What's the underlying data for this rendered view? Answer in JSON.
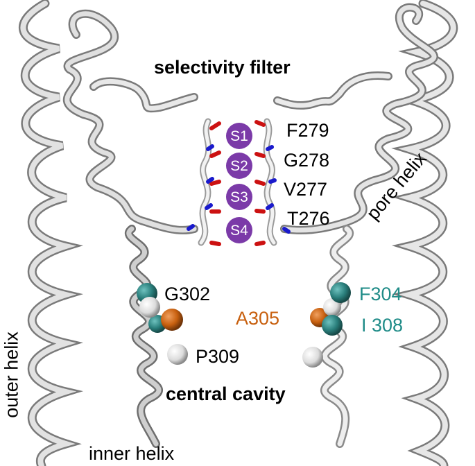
{
  "figure": {
    "title": "selectivity filter",
    "cavity_label": "central cavity",
    "helix_labels": {
      "outer": "outer helix",
      "inner": "inner helix",
      "pore": "pore helix"
    },
    "binding_sites": [
      {
        "label": "S1"
      },
      {
        "label": "S2"
      },
      {
        "label": "S3"
      },
      {
        "label": "S4"
      }
    ],
    "filter_residues": [
      {
        "label": "F279"
      },
      {
        "label": "G278"
      },
      {
        "label": "V277"
      },
      {
        "label": "T276"
      }
    ],
    "cavity_residues": {
      "g302": {
        "label": "G302",
        "color": "#000000"
      },
      "p309": {
        "label": "P309",
        "color": "#000000"
      },
      "a305": {
        "label": "A305",
        "color": "#c8600f"
      },
      "f304": {
        "label": "F304",
        "color": "#208c88"
      },
      "i308": {
        "label": "I 308",
        "color": "#208c88"
      }
    },
    "colors": {
      "site_fill": "#7b3aa8",
      "ribbon": "#d8d8d8",
      "ribbon_edge": "#7a7a7a",
      "oxygen": "#cc1111",
      "nitrogen": "#1a1acc",
      "teal_sphere": "#2a7f7c",
      "orange_sphere": "#c8600f",
      "white_sphere": "#e6e6e6"
    }
  }
}
